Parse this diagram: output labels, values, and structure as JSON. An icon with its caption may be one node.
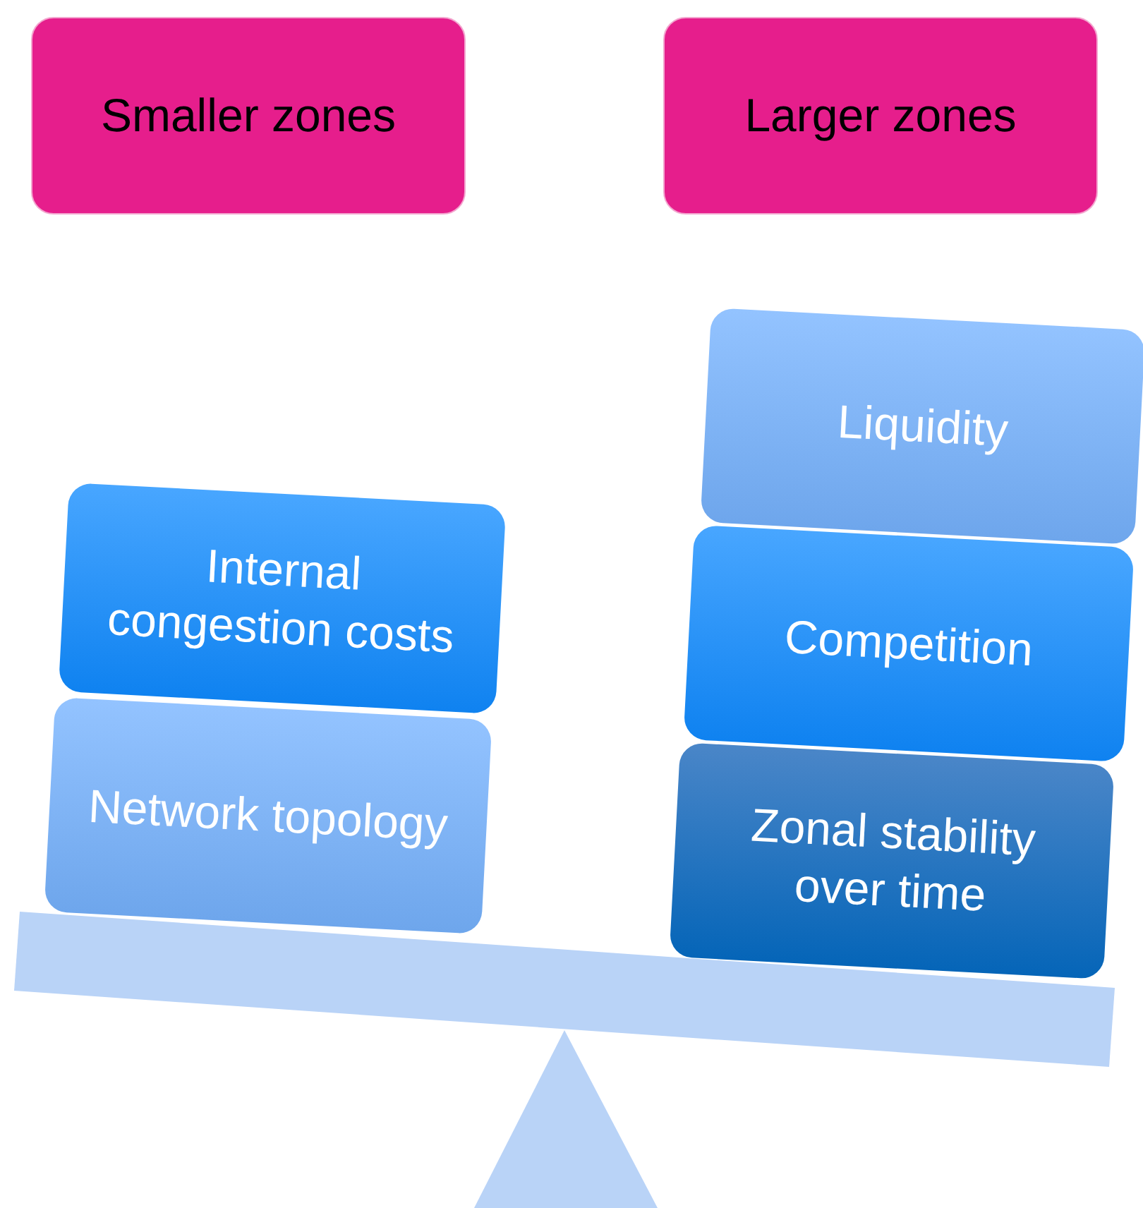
{
  "diagram": {
    "nodes": [
      {
        "text": [
          "Smaller zones"
        ]
      },
      {
        "text": [
          "Larger zones"
        ]
      },
      {
        "text": [
          "Internal congestion costs"
        ]
      },
      {
        "text": [
          "Network topology"
        ]
      },
      {
        "text": [
          "Liquidity"
        ]
      },
      {
        "text": [
          "Competition"
        ]
      },
      {
        "text": [
          "Zonal stability over time"
        ]
      }
    ]
  }
}
